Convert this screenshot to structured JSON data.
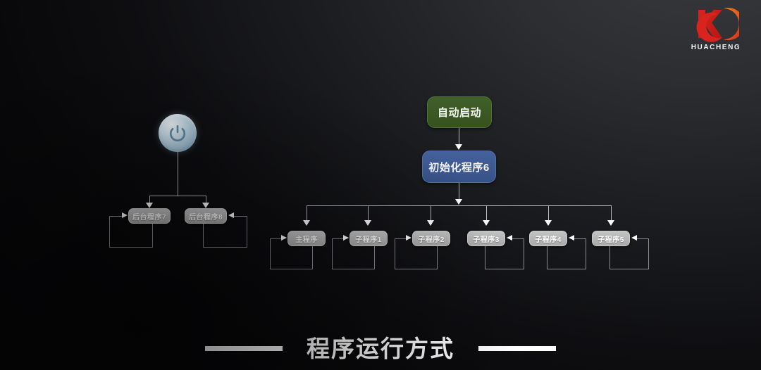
{
  "brand": {
    "logo_icon": "huacheng-logo-icon",
    "name": "HUACHENG",
    "mark_colors": [
      "#d8231e",
      "#e8541f",
      "#f07c1b"
    ]
  },
  "footer": {
    "title": "程序运行方式",
    "rule_color": "#ffffff"
  },
  "diagram": {
    "power": {
      "icon": "power-button-icon",
      "label": ""
    },
    "left_group": {
      "nodes": [
        {
          "label": "后台程序7",
          "loop_side": "left"
        },
        {
          "label": "后台程序8",
          "loop_side": "right"
        }
      ]
    },
    "right_group": {
      "start_node": {
        "label": "自动启动",
        "color": "#3b5a24"
      },
      "init_node": {
        "label": "初始化程序6",
        "color": "#3e5a94"
      },
      "nodes": [
        {
          "label": "主程序",
          "loop_side": "left"
        },
        {
          "label": "子程序1",
          "loop_side": "left"
        },
        {
          "label": "子程序2",
          "loop_side": "left"
        },
        {
          "label": "子程序3",
          "loop_side": "right"
        },
        {
          "label": "子程序4",
          "loop_side": "right"
        },
        {
          "label": "子程序5",
          "loop_side": "right"
        }
      ]
    }
  }
}
